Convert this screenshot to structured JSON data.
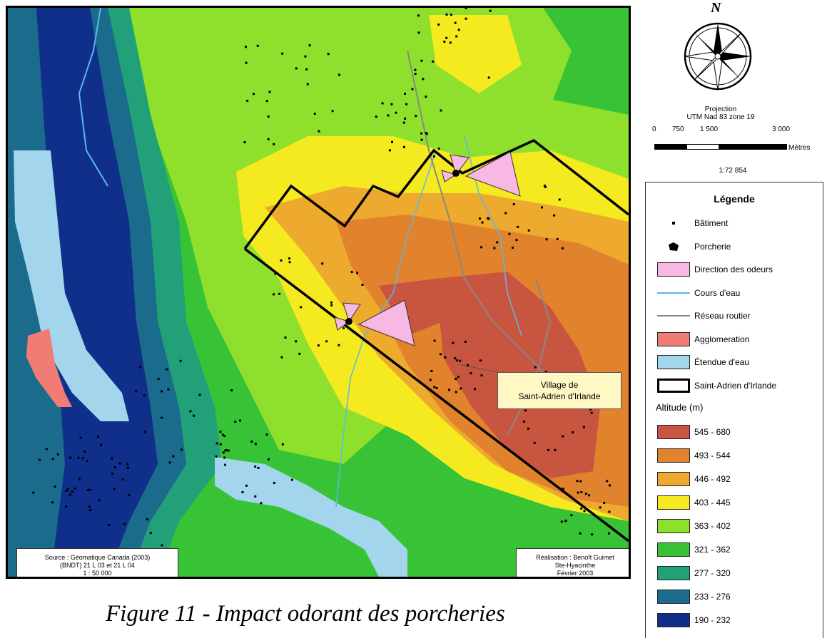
{
  "map": {
    "callout_line1": "Village de",
    "callout_line2": "Saint-Adrien d'Irlande",
    "source_line1": "Source : Géomatique Canada (2003)",
    "source_line2": "(BNDT) 21 L 03 et 21 L 04",
    "source_line3": "1 : 50 000",
    "credit_line1": "Réalisation : Benoît Guimet",
    "credit_line2": "Ste-Hyacinthe",
    "credit_line3": "Février 2003"
  },
  "figure_title": "Figure 11 - Impact odorant des porcheries",
  "north": {
    "letter": "N"
  },
  "projection": {
    "line1": "Projection",
    "line2": "UTM Nad 83 zone 19"
  },
  "scale": {
    "t0": "0",
    "t1": "750",
    "t2": "1 500",
    "t3": "3 000",
    "unit": "Mètres",
    "ratio": "1:72 854"
  },
  "legend": {
    "title": "Légende",
    "items": [
      {
        "label": "Bâtiment",
        "type": "dot",
        "color": "#000000"
      },
      {
        "label": "Porcherie",
        "type": "icon",
        "color": "#000000"
      },
      {
        "label": "Direction des odeurs",
        "type": "box",
        "color": "#f8b8e4"
      },
      {
        "label": "Cours d'eau",
        "type": "line",
        "color": "#5bb8ea"
      },
      {
        "label": "Réseau routier",
        "type": "line",
        "color": "#888888"
      },
      {
        "label": "Agglomeration",
        "type": "box",
        "color": "#f07c74"
      },
      {
        "label": "Étendue d'eau",
        "type": "box",
        "color": "#a3d5ec"
      },
      {
        "label": "Saint-Adrien d'Irlande",
        "type": "outline",
        "color": "#000000"
      }
    ],
    "altitude_title": "Altitude (m)",
    "altitude": [
      {
        "label": "545 - 680",
        "color": "#c8553f"
      },
      {
        "label": "493 - 544",
        "color": "#e1822c"
      },
      {
        "label": "446 - 492",
        "color": "#eeaa2e"
      },
      {
        "label": "403 - 445",
        "color": "#f5ea20"
      },
      {
        "label": "363 - 402",
        "color": "#8fe02c"
      },
      {
        "label": "321 - 362",
        "color": "#38c336"
      },
      {
        "label": "277 - 320",
        "color": "#21a07a"
      },
      {
        "label": "233 - 276",
        "color": "#1a6b8c"
      },
      {
        "label": "190 - 232",
        "color": "#0f2f8a"
      }
    ]
  }
}
